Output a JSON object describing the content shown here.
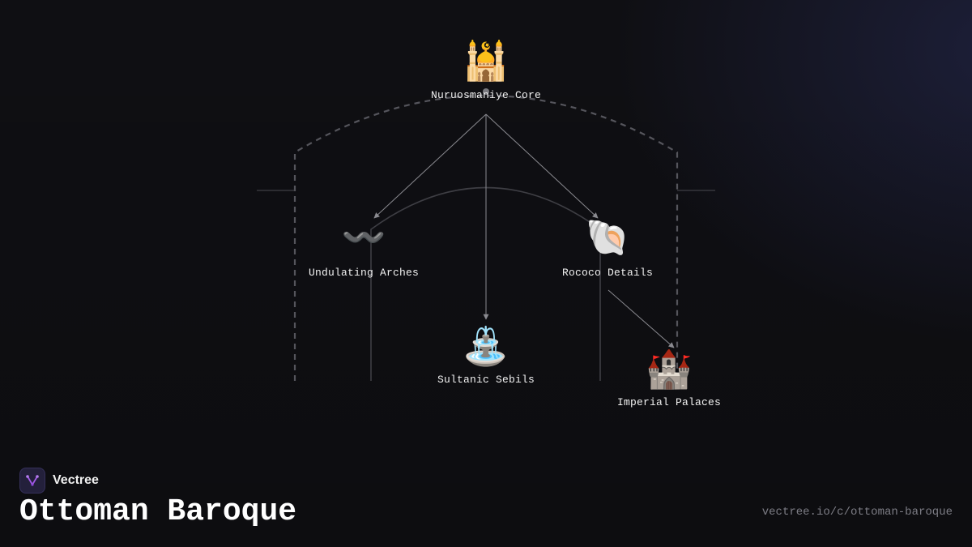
{
  "nodes": {
    "core": {
      "icon": "🕌",
      "icon_name": "mosque-icon",
      "label": "Nuruosmaniye Core"
    },
    "arches": {
      "icon": "〰️",
      "icon_name": "wavy-dash-icon",
      "label": "Undulating Arches"
    },
    "rococo": {
      "icon": "🐚",
      "icon_name": "spiral-shell-icon",
      "label": "Rococo Details"
    },
    "sebils": {
      "icon": "⛲",
      "icon_name": "fountain-icon",
      "label": "Sultanic Sebils"
    },
    "palaces": {
      "icon": "🏰",
      "icon_name": "castle-icon",
      "label": "Imperial Palaces"
    }
  },
  "edges": [
    {
      "from": "core",
      "to": "arches"
    },
    {
      "from": "core",
      "to": "sebils"
    },
    {
      "from": "core",
      "to": "rococo"
    },
    {
      "from": "rococo",
      "to": "palaces"
    }
  ],
  "brand": {
    "name": "Vectree",
    "logo_icon": "vectree-logo-icon"
  },
  "title": "Ottoman Baroque",
  "url": "vectree.io/c/ottoman-baroque",
  "colors": {
    "background": "#0f0f13",
    "edge": "#8a8a90",
    "decor_line": "#5a5a60",
    "label": "#f2f2f2",
    "url": "#7d7d85",
    "logo_accent": "#a259e8"
  }
}
